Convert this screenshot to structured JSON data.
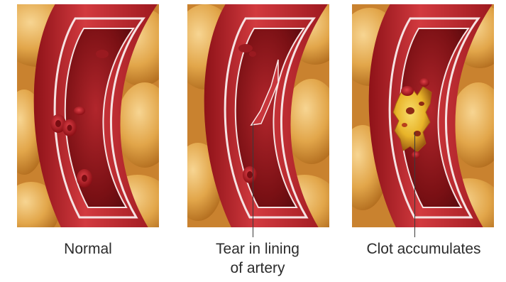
{
  "panels": [
    {
      "id": "normal",
      "caption": "Normal",
      "color_wall": "#b8232a",
      "color_fat": "#e2a64a"
    },
    {
      "id": "tear",
      "caption_line1": "Tear in lining",
      "caption_line2": "of artery"
    },
    {
      "id": "clot",
      "caption": "Clot accumulates",
      "color_clot": "#e8b429"
    }
  ]
}
